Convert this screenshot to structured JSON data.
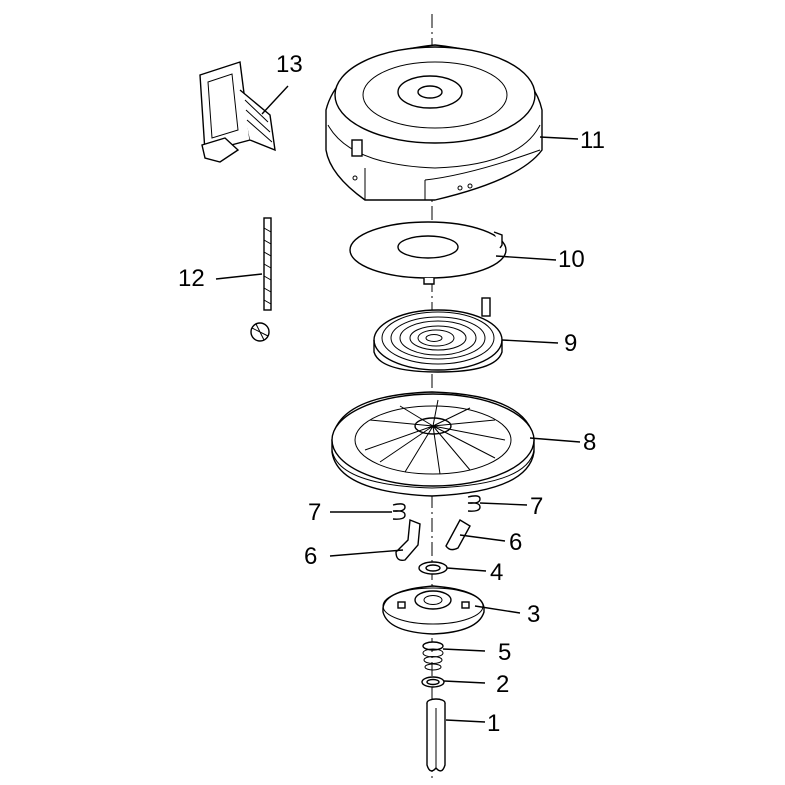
{
  "parts": [
    {
      "number": "1"
    },
    {
      "number": "2"
    },
    {
      "number": "3"
    },
    {
      "number": "4"
    },
    {
      "number": "5"
    },
    {
      "number": "6"
    },
    {
      "number": "6"
    },
    {
      "number": "7"
    },
    {
      "number": "7"
    },
    {
      "number": "8"
    },
    {
      "number": "9"
    },
    {
      "number": "10"
    },
    {
      "number": "11"
    },
    {
      "number": "12"
    },
    {
      "number": "13"
    }
  ]
}
